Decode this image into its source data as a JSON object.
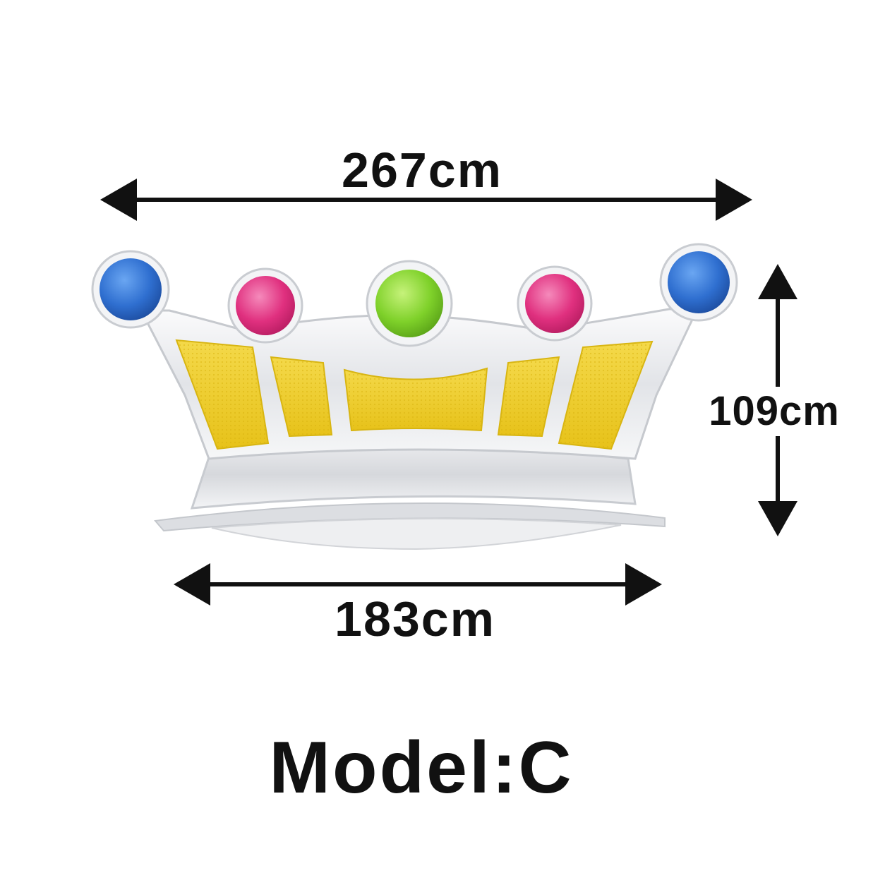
{
  "dimensions": {
    "width_label": "267cm",
    "height_label": "109cm",
    "base_label": "183cm"
  },
  "model": {
    "label": "Model:C"
  },
  "colors": {
    "text": "#111111",
    "gem_blue": "#2f6fd0",
    "gem_pink": "#e0307f",
    "gem_green": "#7fd12a",
    "panel_yellow": "#f0cf2a",
    "chrome": "#e4e6ea"
  },
  "icons": [
    "arrow-left-icon",
    "arrow-right-icon",
    "arrow-up-icon",
    "arrow-down-icon",
    "crown-icon"
  ]
}
